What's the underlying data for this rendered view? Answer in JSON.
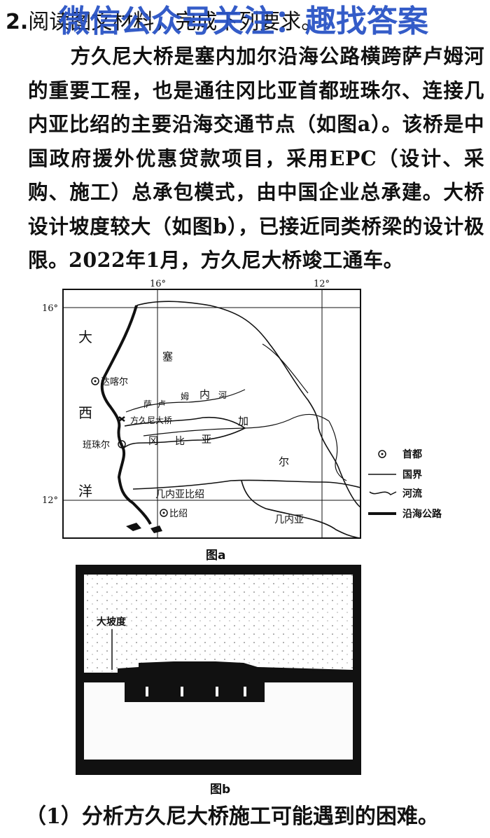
{
  "question": {
    "number": "2.",
    "instruction": "阅读图文材料，完成下列要求。"
  },
  "watermark": "微信公众号关注：趣找答案",
  "paragraph": "方久尼大桥是塞内加尔沿海公路横跨萨卢姆河的重要工程，也是通往冈比亚首都班珠尔、连接几内亚比绍的主要沿海交通节点（如图a）。该桥是中国政府援外优惠贷款项目，采用EPC（设计、采购、施工）总承包模式，由中国企业总承建。大桥设计坡度较大（如图b），已接近同类桥梁的设计极限。2022年1月，方久尼大桥竣工通车。",
  "figure_a": {
    "caption": "图a",
    "longitude_labels": [
      "16°",
      "12°"
    ],
    "latitude_labels": [
      "16°",
      "12°"
    ],
    "place_labels": {
      "dakar": "达喀尔",
      "bridge": "方久尼大桥",
      "banjul": "班珠尔",
      "bissau": "比绍"
    },
    "region_labels": {
      "senegal_1": "塞",
      "senegal_2": "内",
      "senegal_3": "加",
      "senegal_4": "尔",
      "gambia_1": "冈",
      "gambia_2": "比",
      "gambia_3": "亚",
      "guinea_bissau": "几内亚比绍",
      "guinea": "几内亚",
      "ocean_1": "大",
      "ocean_2": "西",
      "ocean_3": "洋",
      "river_1": "萨",
      "river_2": "卢",
      "river_3": "姆",
      "river_4": "河"
    },
    "legend": [
      {
        "icon": "capital-icon",
        "label": "首都"
      },
      {
        "icon": "border-line-icon",
        "label": "国界"
      },
      {
        "icon": "river-line-icon",
        "label": "河流"
      },
      {
        "icon": "coastal-road-icon",
        "label": "沿海公路"
      }
    ]
  },
  "figure_b": {
    "caption": "图b",
    "annotation": "大坡度"
  },
  "sub_question": "（1）分析方久尼大桥施工可能遇到的困难。"
}
